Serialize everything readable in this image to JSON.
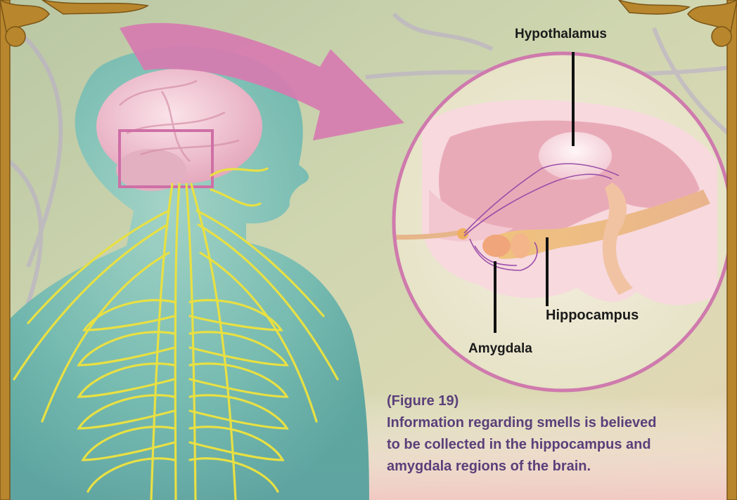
{
  "labels": {
    "hypothalamus": "Hypothalamus",
    "hippocampus": "Hippocampus",
    "amygdala": "Amygdala"
  },
  "caption": {
    "figure": "(Figure 19)",
    "lines": [
      "Information regarding smells is believed",
      "to be collected in the hippocampus and",
      "amygdala regions of the brain."
    ]
  },
  "colors": {
    "caption_text": "#5a3f7a",
    "label_text": "#1a1a1a",
    "arrow": "#d77bb0",
    "nerves": "#e8e043",
    "frame": "#b8862c"
  }
}
